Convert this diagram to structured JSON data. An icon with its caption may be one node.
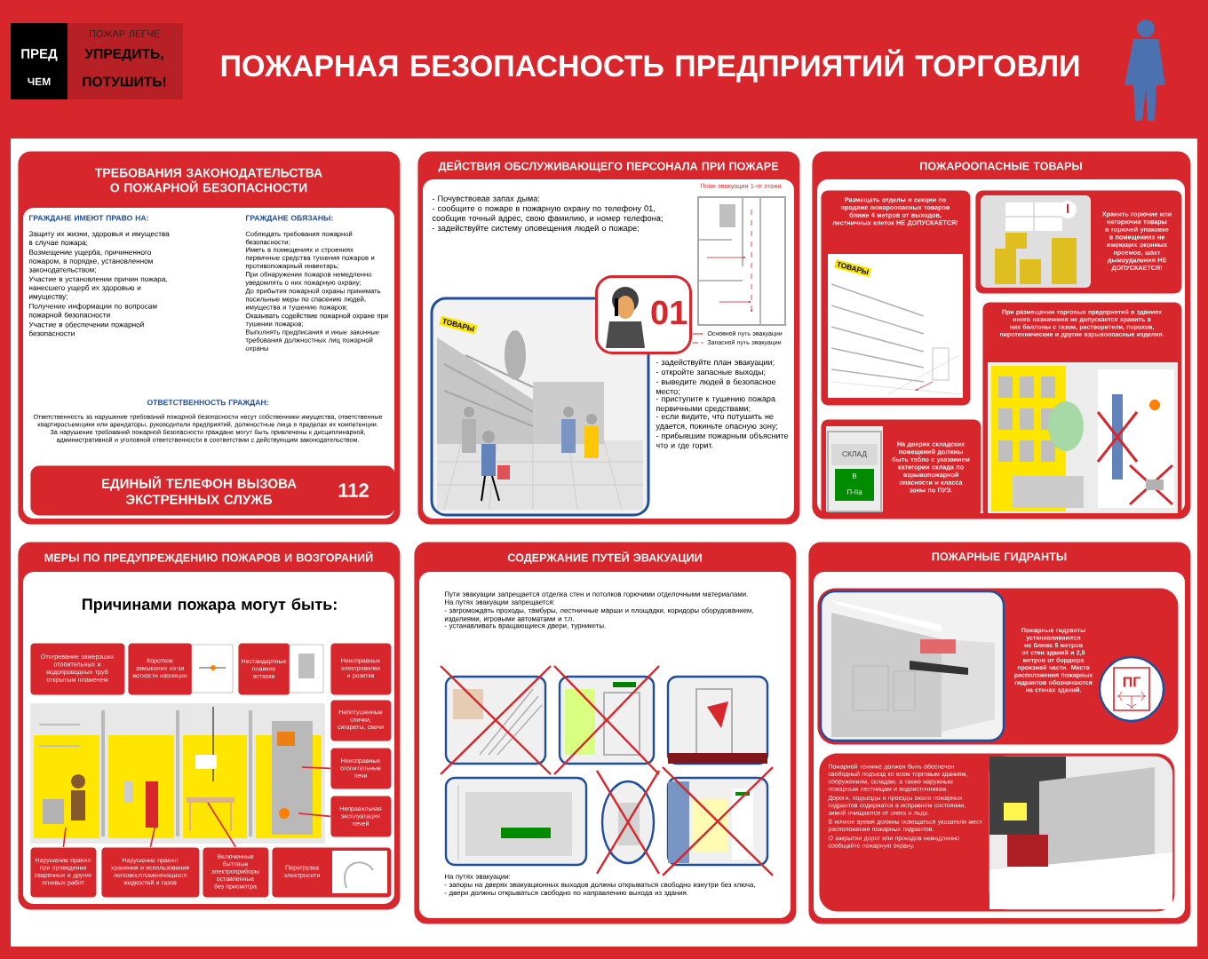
{
  "diagram": {
    "title": "ПОЖАРНАЯ БЕЗОПАСНОСТЬ ПРЕДПРИЯТИЙ ТОРГОВЛИ",
    "nodes": [
      {
        "text": [
          "ТРЕБОВАНИЯ ЗАКОНОДАТЕЛЬСТВА О ПОЖАРНОЙ БЕЗОПАСНОСТИ",
          "ГРАЖДАНЕ ИМЕЮТ ПРАВО НА:",
          "Защиту их жизни, здоровья и имущества в случае пожара;",
          "Возмещение ущерба, причиненного пожаром, в порядке, установленном законодательством;",
          "Участие в установлении причин пожара, нанесшего ущерб их здоровью и имуществу;",
          "Получение информации по вопросам пожарной безопасности",
          "Участие в обеспечении пожарной безопасности",
          "ГРАЖДАНЕ ОБЯЗАНЫ:",
          "Соблюдать требования пожарной безопасности;",
          "Иметь в помещениях и строениях первичные средства тушения пожаров и противопожарный инвентарь;",
          "При обнаружении пожаров немедленно уведомлять о них пожарную охрану;",
          "До прибытия пожарной охраны принимать посильные меры по спасению людей, имущества и тушению пожаров;",
          "Оказывать содействие пожарной охране при тушении пожаров;",
          "Выполнять предписания и иные законные требования должностных лиц пожарной охраны",
          "ОТВЕТСТВЕННОСТЬ ГРАЖДАН:",
          "Ответственность за нарушение требований пожарной безопасности несут собственники имущества, ответственные квартиросъемщики или арендаторы, руководители предприятий, должностные лица в пределах их компетенции. За нарушение требований пожарной безопасности граждане могут быть привлечены к дисциплинарной, административной и уголовной ответственности в соответствии с действующим законодательством."
        ]
      },
      {
        "text": [
          "ЕДИНЫЙ ТЕЛЕФОН ВЫЗОВА ЭКСТРЕННЫХ СЛУЖБ",
          "112"
        ],
        "in": 0
      },
      {
        "text": [
          "ДЕЙСТВИЯ ОБСЛУЖИВАЮЩЕГО ПЕРСОНАЛА ПРИ ПОЖАРЕ",
          "- Почувствовав запах дыма:",
          "- сообщите о пожаре в пожарную охрану по телефону 01, сообщив точный адрес, свою фамилию, и номер телефона;",
          "- задействуйте систему оповещения людей о пожаре;",
          "- задействуйте план эвакуации;",
          "- откройте запасные выходы;",
          "- выведите людей в безопасное место;",
          "- приступите к тушению пожара первичными средствами;",
          "- если видите, что потушить не удается, покиньте опасную зону;",
          "- прибывшим пожарным объясните что и где горит."
        ]
      },
      {
        "text": [
          "01"
        ],
        "in": 2
      },
      {
        "text": [
          "ПОЖАРООПАСНЫЕ ТОВАРЫ"
        ]
      },
      {
        "text": [
          "Размещать отделы и секции по продаже пожароопасных товаров ближе 4 метров от выходов, лестничных клеток НЕ ДОПУСКАЕТСЯ!"
        ],
        "in": 4
      },
      {
        "text": [
          "Хранить горючие или негорючие товары в горючей упаковке в помещениях не имеющих оконных проемов, шахт дымоудаления НЕ ДОПУСКАЕТСЯ!"
        ],
        "in": 4
      },
      {
        "text": [
          "При размещении торговых предприятий в зданиях иного назначения не допускается хранить в них баллоны с газом, растворители, порохов, пиротехнические и другие взрывоопасные изделия."
        ],
        "in": 4
      },
      {
        "text": [
          "На дверях складских помещений должны быть табло с указанием категории склада по взрывопожарной опасности и класса зоны по ПУЭ."
        ],
        "in": 4
      },
      {
        "text": [
          "МЕРЫ ПО ПРЕДУПРЕЖДЕНИЮ ПОЖАРОВ И ВОЗГОРАНИЙ",
          "Причинами пожара могут быть:"
        ]
      },
      {
        "text": [
          "Отогревание замерзших отопительных и водопроводных труб открытым пламенем"
        ],
        "in": 9
      },
      {
        "text": [
          "Короткое замыкание из-за ветхости изоляции"
        ],
        "in": 9
      },
      {
        "text": [
          "Нестандартные плавкие вставки"
        ],
        "in": 9
      },
      {
        "text": [
          "Неисправные электровилки и розетки"
        ],
        "in": 9
      },
      {
        "text": [
          "Непотушенные спички, сигареты, свечи"
        ],
        "in": 9
      },
      {
        "text": [
          "Неисправные отопительные печи"
        ],
        "in": 9
      },
      {
        "text": [
          "Неправильная эксплуатация печей"
        ],
        "in": 9
      },
      {
        "text": [
          "Нарушение правил при проведении сварочных и других огневых работ"
        ],
        "in": 9
      },
      {
        "text": [
          "Нарушение правил хранения и использования легковоспламеняющихся жидкостей и газов"
        ],
        "in": 9
      },
      {
        "text": [
          "Включенные бытовые электроприборы оставленные без присмотра"
        ],
        "in": 9
      },
      {
        "text": [
          "Перегрузка электросети"
        ],
        "in": 9
      },
      {
        "text": [
          "СОДЕРЖАНИЕ ПУТЕЙ ЭВАКУАЦИИ",
          "Пути эвакуации запрещается отделка стен и потолков горючими отделочными материалами.",
          "На путях эвакуации запрещается:",
          "- загромождать проходы, тамбуры, лестничные марши и площадки, коридоры оборудованием, изделиями, игровыми автоматами и т.п.",
          "- устанавливать вращающиеся двери, турникеты.",
          "На путях эвакуации:",
          "- запоры на дверях эвакуационных выходов должны открываться свободно изнутри без ключа,",
          "- двери должны открываться свободно по направлению выхода из здания."
        ]
      },
      {
        "text": [
          "ПОЖАРНЫЕ ГИДРАНТЫ"
        ]
      },
      {
        "text": [
          "Пожарные гидранты устанавливаются не ближе 5 метров от стен зданий и 2,5 метров от бордюра проезжей части. Места расположения пожарных гидрантов обозначаются на стенах зданий."
        ],
        "in": 22
      },
      {
        "text": [
          "ПГ"
        ],
        "in": 23
      },
      {
        "text": [
          "Пожарной технике должен быть обеспечен свободный подъезд ко всем торговым зданиям, сооружениям, складам, а также наружным пожарным лестницам и водоисточникам.",
          "Дороги, подъезды и проезды около пожарных гидрантов содержатся в исправном состоянии, зимой очищаются от снега и льда.",
          "В ночное время должны освещаться указатели мест расположения пожарных гидрантов.",
          "О закрытии дорог или проездов немедленно сообщайте пожарную охрану."
        ],
        "in": 22
      }
    ],
    "edges": [
      {
        "from": 15,
        "to": null,
        "arrow": "none"
      },
      {
        "from": 16,
        "to": null,
        "arrow": "none"
      },
      {
        "from": 17,
        "to": null,
        "arrow": "none"
      },
      {
        "from": 18,
        "to": null,
        "arrow": "none"
      },
      {
        "from": 19,
        "to": null,
        "arrow": "none"
      }
    ],
    "labels": [
      "ПОЖАР ЛЕГЧЕ",
      "ПРЕД",
      "УПРЕДИТЬ,",
      "ЧЕМ",
      "ПОТУШИТЬ!",
      "План эвакуации 1-го этажа",
      "ТОВАРЫ",
      "ТОВАРЫ",
      "СКЛАД",
      "В",
      "П-IIа"
    ],
    "legend": [
      {
        "text": "Основной путь эвакуации"
      },
      {
        "text": "Запасной путь эвакуации"
      }
    ]
  }
}
